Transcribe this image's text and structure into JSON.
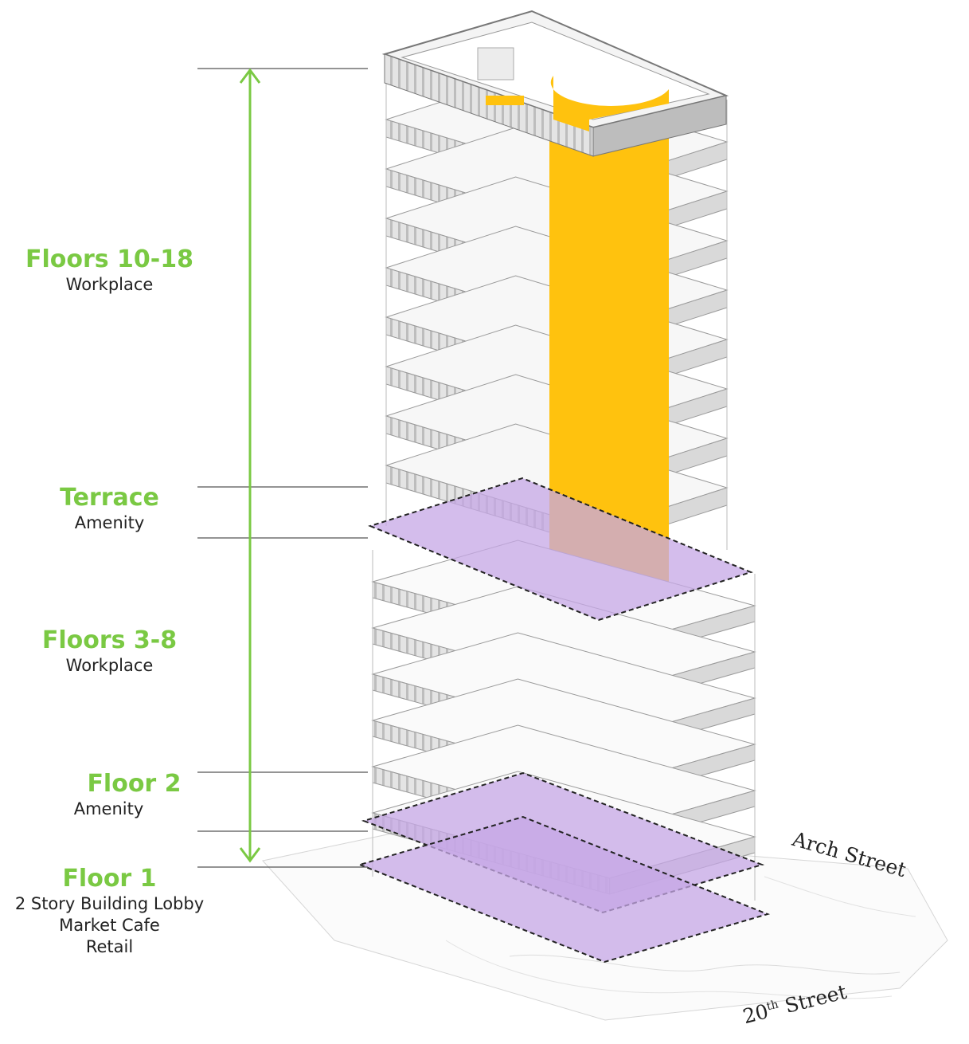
{
  "levels": [
    {
      "id": "floors-10-18",
      "title": "Floors 10-18",
      "subtitle": [
        "Workplace"
      ]
    },
    {
      "id": "terrace",
      "title": "Terrace",
      "subtitle": [
        "Amenity"
      ]
    },
    {
      "id": "floors-3-8",
      "title": "Floors 3-8",
      "subtitle": [
        "Workplace"
      ]
    },
    {
      "id": "floor-2",
      "title": "Floor 2",
      "subtitle": [
        "Amenity"
      ]
    },
    {
      "id": "floor-1",
      "title": "Floor 1",
      "subtitle": [
        "2 Story Building Lobby",
        "Market Cafe",
        "Retail"
      ]
    }
  ],
  "streets": {
    "arch": "Arch Street",
    "twentieth_num": "20",
    "twentieth_sup": "th",
    "twentieth_word": " Street"
  },
  "colors": {
    "label_green": "#7ac943",
    "core_yellow": "#ffc20e",
    "amenity_purple": "#c5a7e6",
    "slab_grey": "#d9d9d9",
    "edge_grey": "#9a9a9a"
  },
  "icons": {
    "height_arrow": "double-arrow-vertical"
  }
}
